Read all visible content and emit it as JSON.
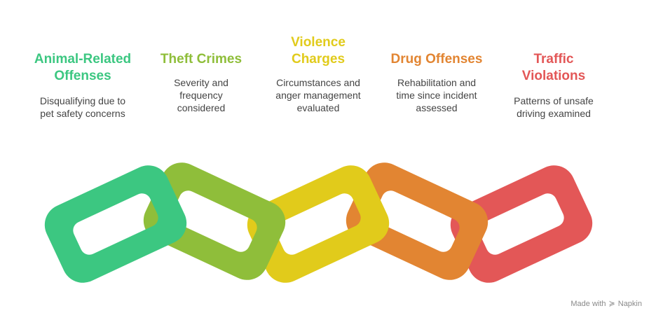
{
  "items": [
    {
      "title": "Animal-Related\nOffenses",
      "desc": "Disqualifying due to\npet safety concerns",
      "color": "#3CC781"
    },
    {
      "title": "Theft Crimes",
      "desc": "Severity and\nfrequency\nconsidered",
      "color": "#8FBE3A"
    },
    {
      "title": "Violence\nCharges",
      "desc": "Circumstances and\nanger management\nevaluated",
      "color": "#E1CB1B"
    },
    {
      "title": "Drug Offenses",
      "desc": "Rehabilitation and\ntime since incident\nassessed",
      "color": "#E28532"
    },
    {
      "title": "Traffic\nViolations",
      "desc": "Patterns of unsafe\ndriving examined",
      "color": "#E35757"
    }
  ],
  "footer": {
    "made_with": "Made with",
    "brand": "Napkin",
    "brand_icon": "napkin-logo-icon"
  }
}
